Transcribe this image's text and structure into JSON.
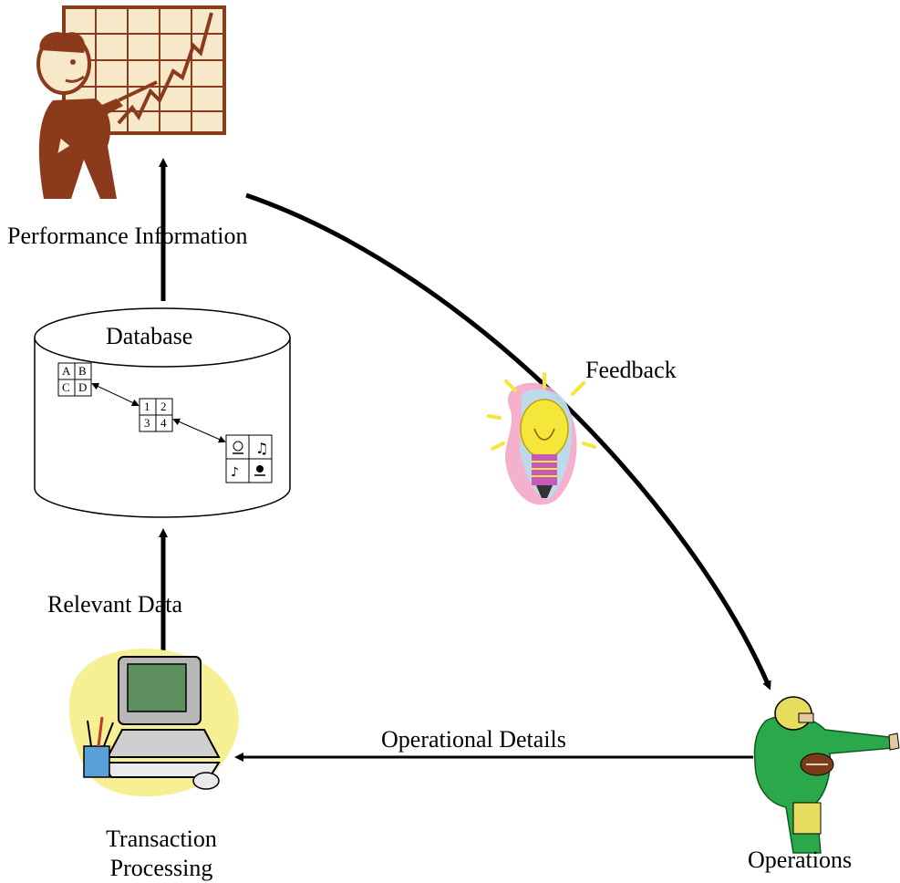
{
  "labels": {
    "performance": "Performance  Information",
    "database": "Database",
    "feedback": "Feedback",
    "relevant": "Relevant  Data",
    "operational": "Operational  Details",
    "transaction_line1": "Transaction",
    "transaction_line2": "Processing",
    "operations": "Operations"
  },
  "db_tables": {
    "t1": [
      "A",
      "B",
      "C",
      "D"
    ],
    "t2": [
      "1",
      "2",
      "3",
      "4"
    ]
  },
  "icons": {
    "presenter": "presenter-chart-icon",
    "bulb": "lightbulb-icon",
    "computer": "computer-icon",
    "player": "football-player-icon"
  },
  "colors": {
    "presenter": "#8b3a1c",
    "chart_bg": "#f6e8c8",
    "bulb_yellow": "#f5e63a",
    "bulb_pink": "#f3a7c6",
    "bulb_blue": "#aee5f0",
    "computer_blob": "#f7ef93",
    "screen_green": "#5e8f5e",
    "player_green": "#2aa84a",
    "helmet": "#e6dc5e"
  }
}
